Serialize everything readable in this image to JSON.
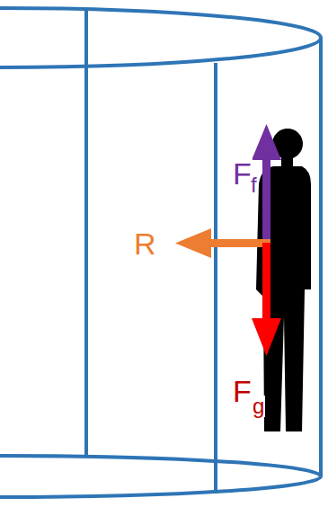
{
  "diagram": {
    "labels": [
      "F",
      "f",
      "R",
      "F",
      "g"
    ]
  }
}
